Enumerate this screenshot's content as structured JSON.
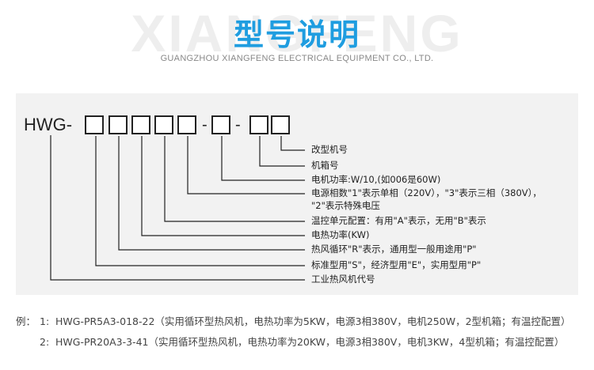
{
  "watermark": "XIANGFENG",
  "header": {
    "title": "型号说明",
    "subtitle": "GUANGZHOU XIANGFENG ELECTRICAL EQUIPMENT CO., LTD."
  },
  "diagram": {
    "prefix": "HWG-",
    "separator": "-",
    "labels": [
      "改型机号",
      "机箱号",
      "电机功率:W/10,(如006是60W)",
      "电源相数\"1\"表示单相（220V），\"3\"表示三相（380V），",
      "\"2\"表示特殊电压",
      "温控单元配置：有用\"A\"表示，无用\"B\"表示",
      "电热功率(KW)",
      "热风循环\"R\"表示，通用型一般用途用\"P\"",
      "标准型用\"S\"，经济型用\"E\"，实用型用\"P\"",
      "工业热风机代号"
    ]
  },
  "examples": {
    "prefix": "例：",
    "items": [
      {
        "num": "1:",
        "text": "HWG-PR5A3-018-22（实用循环型热风机，电热功率为5KW，电源3相380V，电机250W，2型机箱；有温控配置）"
      },
      {
        "num": "2:",
        "text": "HWG-PR20A3-3-41（实用循环型热风机，电热功率为20KW，电源3相380V，电机3KW，4型机箱；有温控配置）"
      }
    ]
  }
}
